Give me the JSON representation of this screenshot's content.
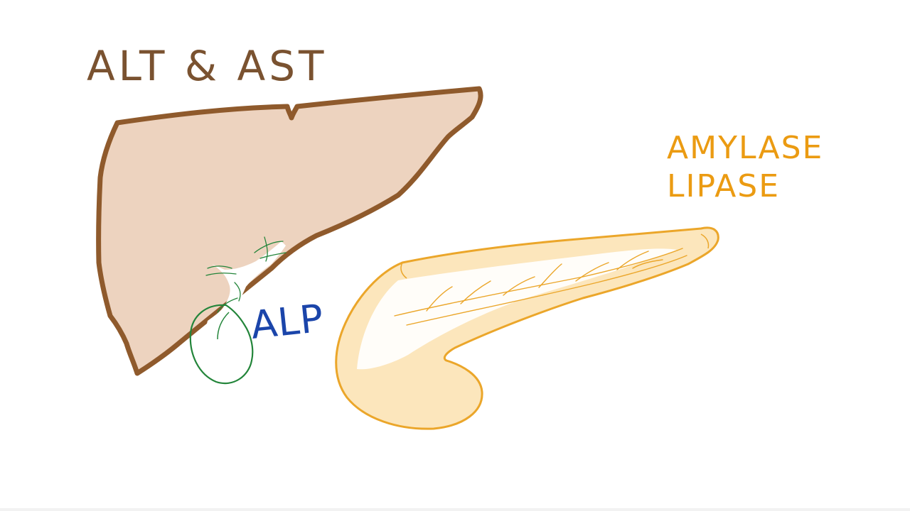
{
  "labels": {
    "liver_enzymes": "ALT & AST",
    "pancreatic_enzymes": [
      "AMYLASE",
      "LIPASE"
    ],
    "biliary_enzyme": "ALP"
  },
  "colors": {
    "liver_fill": "#edd3bf",
    "liver_outline": "#8f5a2c",
    "liver_text": "#7a5230",
    "pancreas_fill": "#fce6bc",
    "pancreas_outline": "#eba62a",
    "pancreas_text": "#eb9b12",
    "gallbladder_outline": "#23853a",
    "alp_text": "#1b45aa",
    "background": "#ffffff"
  }
}
